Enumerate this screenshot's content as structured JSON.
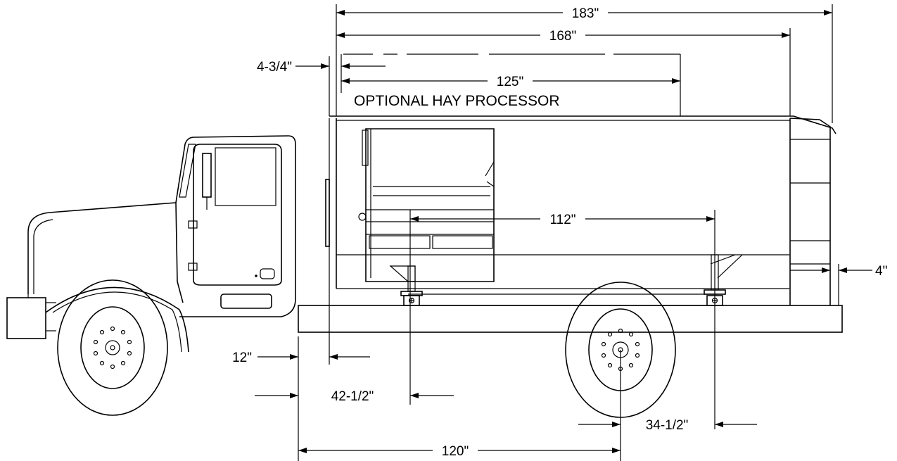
{
  "diagram": {
    "dimensions": {
      "overall_length": "183\"",
      "body_length": "168\"",
      "front_offset": "4-3/4\"",
      "hay_processor_length": "125\"",
      "hay_processor_label": "OPTIONAL HAY PROCESSOR",
      "scale_spacing": "112\"",
      "rear_offset": "4\"",
      "front_frame_offset": "12\"",
      "cab_to_scale": "42-1/2\"",
      "axle_to_rear_scale": "34-1/2\"",
      "cab_to_axle": "120\""
    }
  }
}
